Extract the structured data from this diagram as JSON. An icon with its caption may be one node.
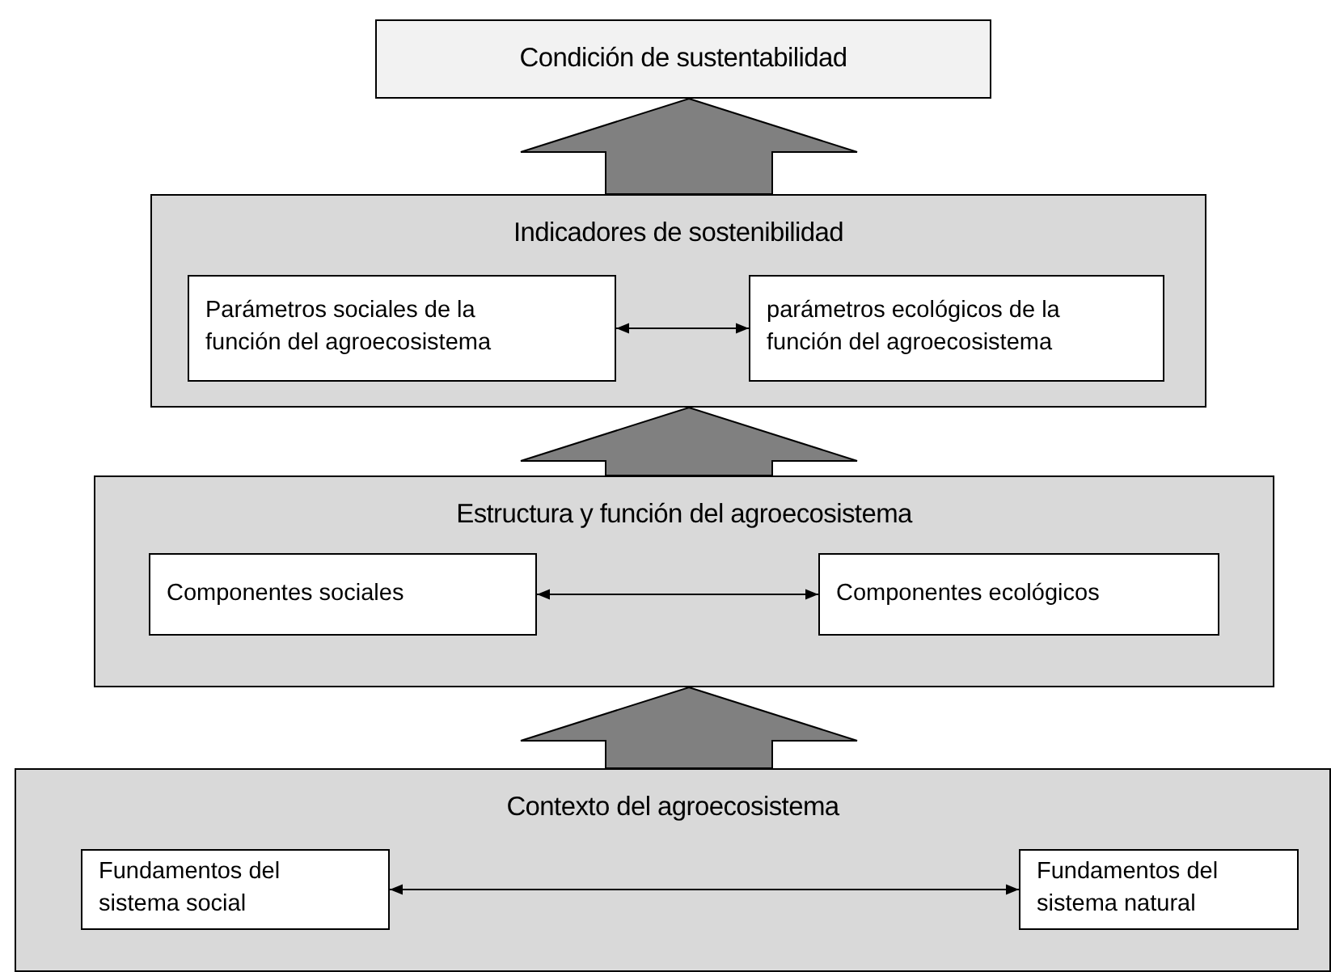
{
  "diagram": {
    "nodes": [
      {
        "text": [
          "Condición de sustentabilidad"
        ]
      },
      {
        "text": [
          "Indicadores de sostenibilidad"
        ]
      },
      {
        "text": [
          "Parámetros sociales de la función del agroecosistema"
        ],
        "in": 1
      },
      {
        "text": [
          "parámetros ecológicos de la función del agroecosistema"
        ],
        "in": 1
      },
      {
        "text": [
          "Estructura y función del agroecosistema"
        ]
      },
      {
        "text": [
          "Componentes sociales"
        ],
        "in": 4
      },
      {
        "text": [
          "Componentes ecológicos"
        ],
        "in": 4
      },
      {
        "text": [
          "Contexto del agroecosistema"
        ]
      },
      {
        "text": [
          "Fundamentos del sistema social"
        ],
        "in": 7
      },
      {
        "text": [
          "Fundamentos del sistema natural"
        ],
        "in": 7
      }
    ],
    "edges": [
      {
        "from": 1,
        "to": 0,
        "arrow": "to",
        "style": "thick",
        "color": "#808080"
      },
      {
        "from": 2,
        "to": 3,
        "arrow": "both"
      },
      {
        "from": 4,
        "to": 1,
        "arrow": "to",
        "style": "thick",
        "color": "#808080"
      },
      {
        "from": 5,
        "to": 6,
        "arrow": "both"
      },
      {
        "from": 7,
        "to": 4,
        "arrow": "to",
        "style": "thick",
        "color": "#808080"
      },
      {
        "from": 8,
        "to": 9,
        "arrow": "both"
      }
    ]
  }
}
